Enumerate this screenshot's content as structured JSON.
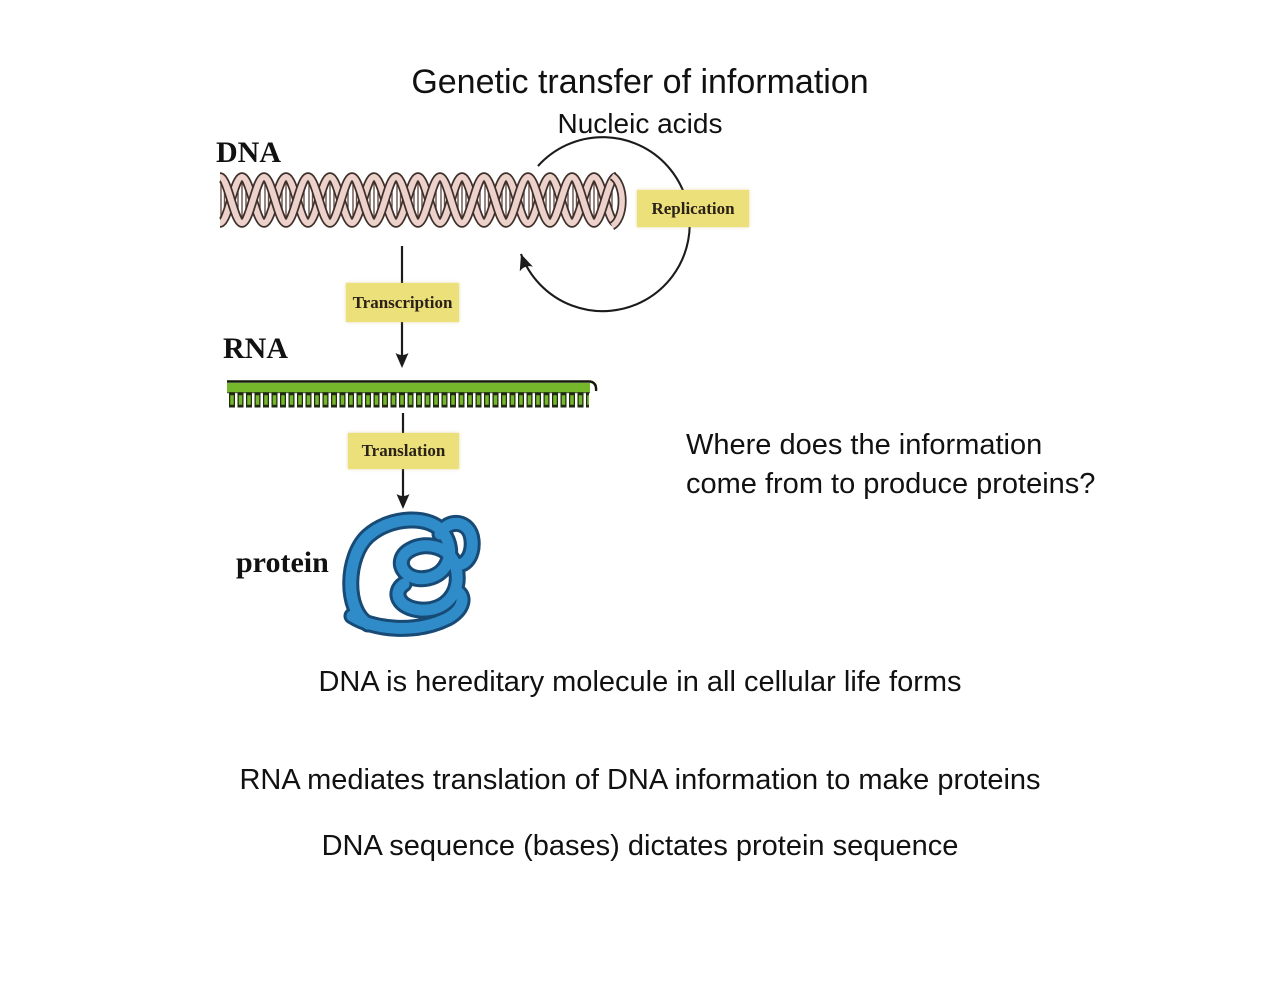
{
  "slide": {
    "title": "Genetic transfer of information",
    "subtitle": "Nucleic acids",
    "labels": {
      "dna": "DNA",
      "rna": "RNA",
      "protein": "protein"
    },
    "process_boxes": {
      "replication": "Replication",
      "transcription": "Transcription",
      "translation": "Translation"
    },
    "question": "Where does the information\ncome from to produce proteins?",
    "statements": [
      "DNA is hereditary molecule in all cellular life forms",
      "RNA mediates translation of DNA information to make proteins",
      "DNA sequence (bases) dictates protein sequence"
    ],
    "colors": {
      "background": "#ffffff",
      "text": "#111111",
      "process_box_bg": "#ece07b",
      "process_box_text": "#2a2117",
      "dna_pink": "#ecd2cb",
      "dna_outline": "#40302c",
      "rna_green": "#76b82c",
      "protein_blue": "#2f8cc9",
      "protein_outline": "#174a75",
      "line_dark": "#1b1b1b"
    }
  }
}
